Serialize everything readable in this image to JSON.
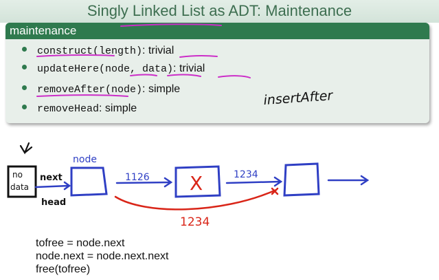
{
  "slide": {
    "title": "Singly Linked List as ADT: Maintenance"
  },
  "block": {
    "header": "maintenance",
    "items": [
      {
        "code": "construct",
        "args": "(length)",
        "rest": ": trivial"
      },
      {
        "code": "updateHere",
        "args": "(node, data)",
        "rest": ": trivial"
      },
      {
        "code": "removeAfter",
        "args": "(node)",
        "rest": ": simple"
      },
      {
        "code": "removeHead",
        "args": "",
        "rest": ": simple"
      }
    ]
  },
  "annotations": {
    "insert_after": "insertAfter",
    "no_data_1": "no",
    "no_data_2": "data",
    "next_label": "next",
    "head_label": "head",
    "node_label": "node",
    "addr_1126": "1126",
    "addr_1234_top": "1234",
    "addr_1234_bottom": "1234",
    "cross_mark": "X"
  },
  "code_lines": [
    "tofree = node.next",
    "node.next = node.next.next",
    "free(tofree)"
  ],
  "colors": {
    "title": "#3d6e50",
    "block_header": "#2f7a4e",
    "block_body": "#e8efea",
    "ink_blue": "#2f3fc4",
    "ink_magenta": "#cc2ec8",
    "ink_red": "#d92518",
    "ink_black": "#111111"
  }
}
